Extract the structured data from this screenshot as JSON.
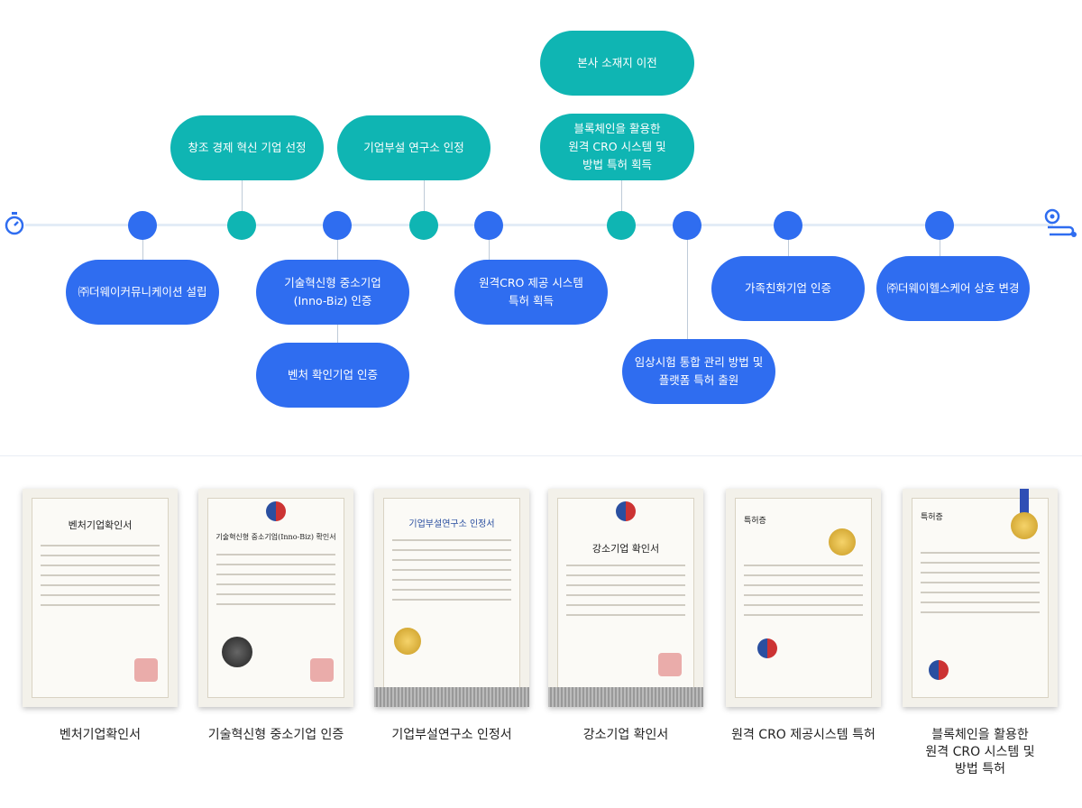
{
  "timeline": {
    "events_top": [
      {
        "label": "창조 경제 혁신 기업 선정"
      },
      {
        "label": "기업부설 연구소 인정"
      },
      {
        "label": "본사 소재지 이전"
      },
      {
        "label": "블록체인을 활용한\n원격 CRO 시스템 및\n방법 특허 획득"
      }
    ],
    "events_bottom": [
      {
        "label": "㈜더웨이커뮤니케이션 설립"
      },
      {
        "label": "기술혁신형 중소기업\n(Inno-Biz) 인증"
      },
      {
        "label": "벤처 확인기업 인증"
      },
      {
        "label": "원격CRO 제공 시스템\n특허 획득"
      },
      {
        "label": "임상시험 통합 관리 방법 및\n플랫폼 특허 출원"
      },
      {
        "label": "가족친화기업 인증"
      },
      {
        "label": "㈜더웨이헬스케어 상호 변경"
      }
    ]
  },
  "certificates": [
    {
      "caption": "벤처기업확인서",
      "title": "벤처기업확인서"
    },
    {
      "caption": "기술혁신형 중소기업 인증",
      "title": "기술혁신형 중소기업(Inno-Biz) 확인서"
    },
    {
      "caption": "기업부설연구소 인정서",
      "title": "기업부설연구소 인정서"
    },
    {
      "caption": "강소기업 확인서",
      "title": "강소기업 확인서"
    },
    {
      "caption": "원격 CRO 제공시스템 특허",
      "title": "특허증"
    },
    {
      "caption": "블록체인을 활용한\n원격 CRO 시스템 및\n방법 특허",
      "title": "특허증"
    }
  ],
  "colors": {
    "blue": "#2f6df0",
    "teal": "#0fb5b3",
    "line": "#e3ecf7"
  },
  "icons": {
    "start": "stopwatch-icon",
    "end": "route-icon"
  }
}
